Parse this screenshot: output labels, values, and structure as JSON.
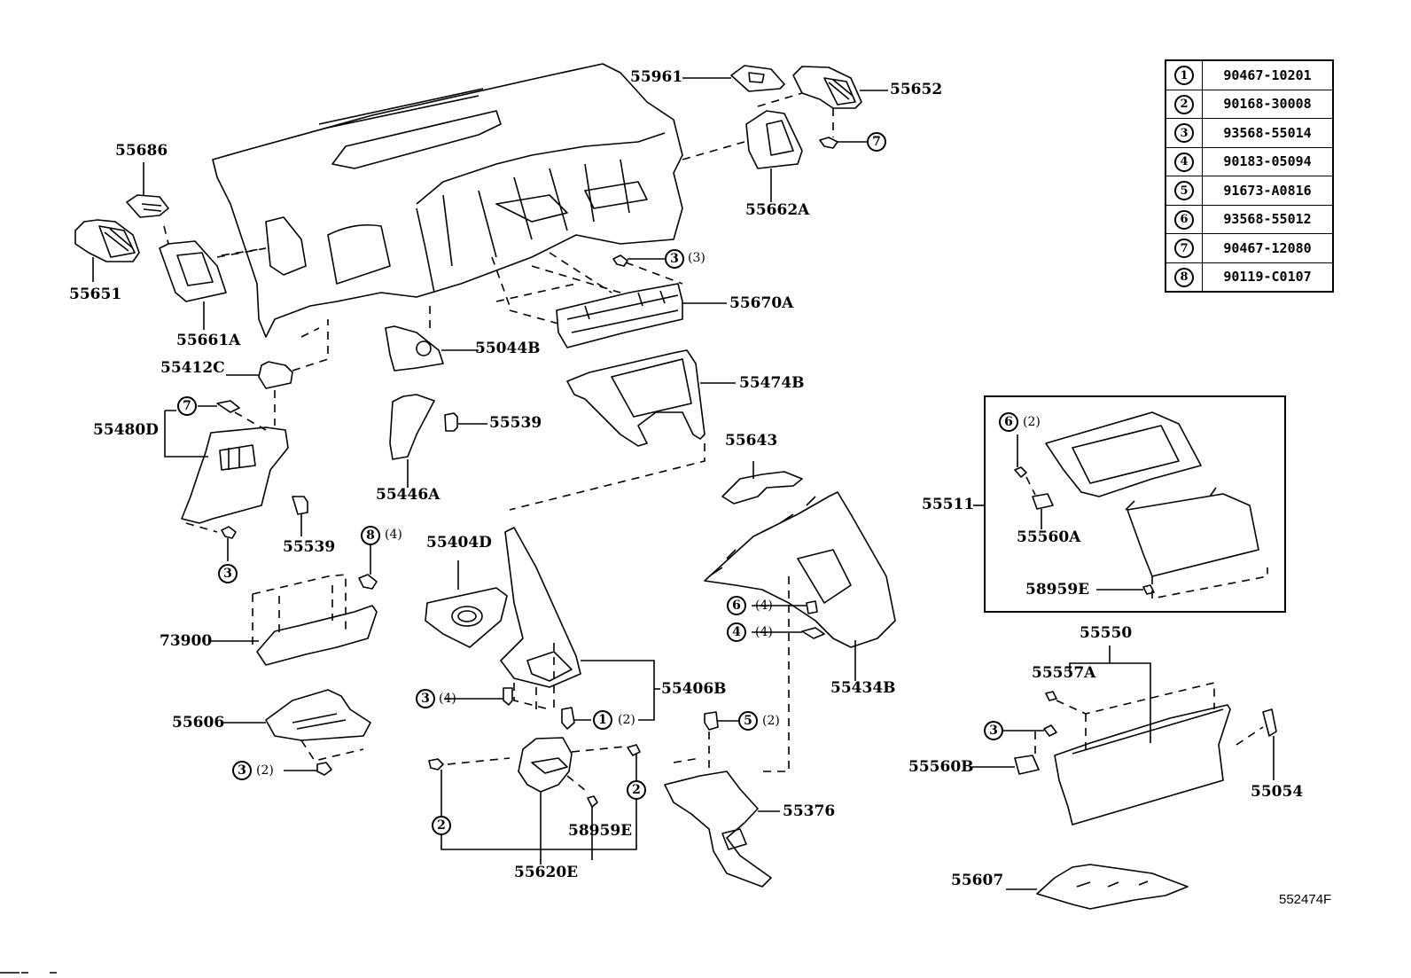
{
  "diagram": {
    "title": "Instrument panel & glove box parts diagram",
    "reference_code": "552474F",
    "parts": {
      "p55961": "55961",
      "p55652": "55652",
      "p55686": "55686",
      "p55651": "55651",
      "p55661A": "55661A",
      "p55662A": "55662A",
      "p55670A": "55670A",
      "p55412C": "55412C",
      "p55044B": "55044B",
      "p55474B": "55474B",
      "p55480D": "55480D",
      "p55539a": "55539",
      "p55539b": "55539",
      "p55446A": "55446A",
      "p55643": "55643",
      "p55511": "55511",
      "p55560A": "55560A",
      "p58959Ea": "58959E",
      "p55404D": "55404D",
      "p73900": "73900",
      "p55434B": "55434B",
      "p55550": "55550",
      "p55557A": "55557A",
      "p55406B": "55406B",
      "p55606": "55606",
      "p55560B": "55560B",
      "p55054": "55054",
      "p55376": "55376",
      "p58959Eb": "58959E",
      "p55620E": "55620E",
      "p55607": "55607"
    },
    "callouts": [
      {
        "id": "c7_top",
        "num": "7",
        "qty": ""
      },
      {
        "id": "c3_top",
        "num": "3",
        "qty": "(3)"
      },
      {
        "id": "c7_left",
        "num": "7",
        "qty": ""
      },
      {
        "id": "c3_left",
        "num": "3",
        "qty": ""
      },
      {
        "id": "c8",
        "num": "8",
        "qty": "(4)"
      },
      {
        "id": "c6_mid",
        "num": "6",
        "qty": "(4)"
      },
      {
        "id": "c4_mid",
        "num": "4",
        "qty": "(4)"
      },
      {
        "id": "c3_mid",
        "num": "3",
        "qty": "(4)"
      },
      {
        "id": "c1",
        "num": "1",
        "qty": "(2)"
      },
      {
        "id": "c5",
        "num": "5",
        "qty": "(2)"
      },
      {
        "id": "c3_bot",
        "num": "3",
        "qty": "(2)"
      },
      {
        "id": "c2_left",
        "num": "2",
        "qty": ""
      },
      {
        "id": "c2_right",
        "num": "2",
        "qty": ""
      },
      {
        "id": "c6_box",
        "num": "6",
        "qty": "(2)"
      },
      {
        "id": "c3_right",
        "num": "3",
        "qty": ""
      }
    ]
  },
  "legend": {
    "rows": [
      {
        "num": "1",
        "part_number": "90467-10201"
      },
      {
        "num": "2",
        "part_number": "90168-30008"
      },
      {
        "num": "3",
        "part_number": "93568-55014"
      },
      {
        "num": "4",
        "part_number": "90183-05094"
      },
      {
        "num": "5",
        "part_number": "91673-A0816"
      },
      {
        "num": "6",
        "part_number": "93568-55012"
      },
      {
        "num": "7",
        "part_number": "90467-12080"
      },
      {
        "num": "8",
        "part_number": "90119-C0107"
      }
    ]
  }
}
